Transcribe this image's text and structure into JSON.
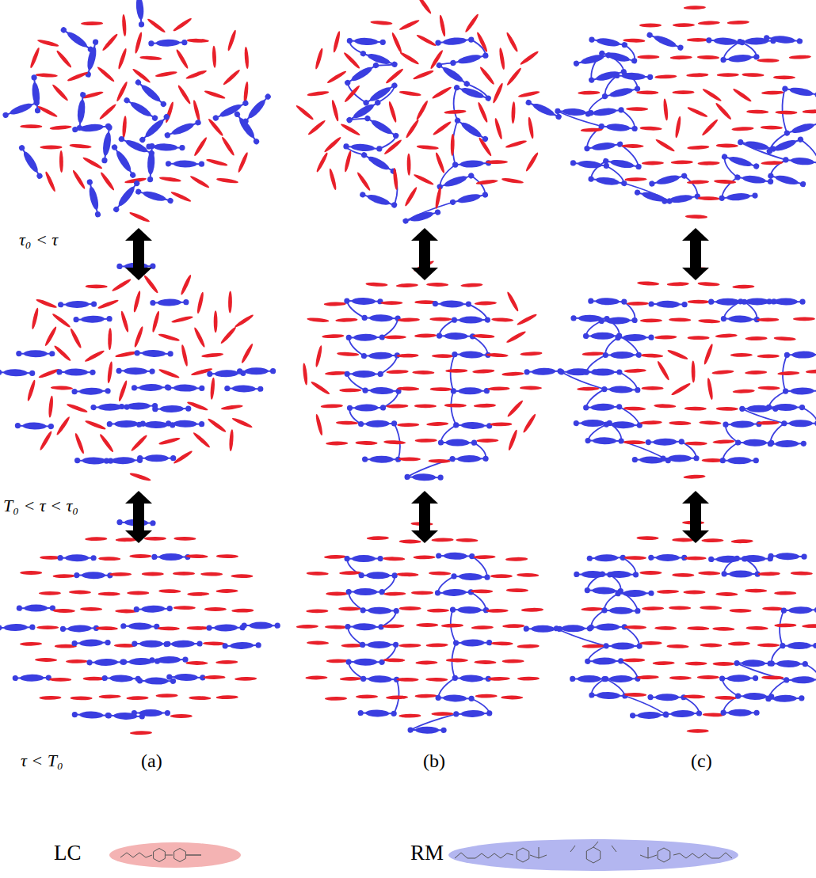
{
  "diagram": {
    "labels": [
      "τ₀ < τ",
      "T₀ < τ < τ₀",
      "τ < T₀",
      "(a)",
      "(b)",
      "(c)"
    ],
    "legend": [
      {
        "text": "LC",
        "color": "#f4b3b3"
      },
      {
        "text": "RM",
        "color": "#b3b6f0"
      }
    ]
  }
}
